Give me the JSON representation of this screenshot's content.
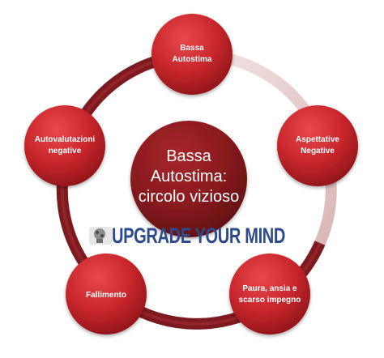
{
  "diagram": {
    "center": {
      "lines": [
        "Bassa",
        "Autostima:",
        "circolo vizioso"
      ]
    },
    "nodes": [
      {
        "id": "bassa-autostima",
        "lines": [
          "Bassa",
          "Autostima"
        ]
      },
      {
        "id": "aspettative-negative",
        "lines": [
          "Aspettative",
          "Negative"
        ]
      },
      {
        "id": "paura-ansia",
        "lines": [
          "Paura, ansia e",
          "scarso impegno"
        ]
      },
      {
        "id": "fallimento",
        "lines": [
          "Fallimento"
        ]
      },
      {
        "id": "autovalutazioni-negative",
        "lines": [
          "Autovalutazioni",
          "negative"
        ]
      }
    ],
    "watermark": {
      "text": "UPGRADE YOUR MIND",
      "icon": "brain-head-icon"
    },
    "colors": {
      "node_red": "#c8262c",
      "center_red": "#8a1a1f",
      "ring_dark": "#7d1a1f",
      "ring_light": "#ead3d3",
      "watermark_blue": "#2c4a8c"
    }
  }
}
